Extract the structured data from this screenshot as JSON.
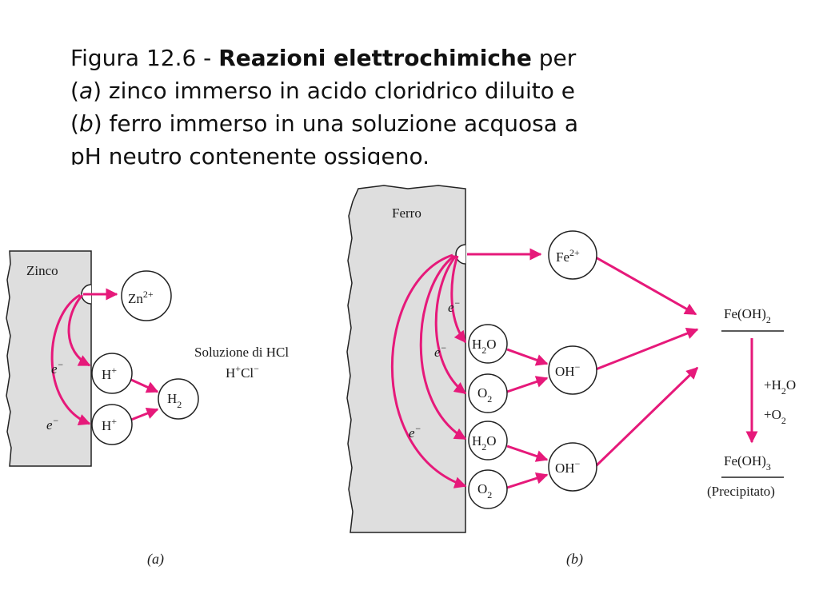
{
  "caption": {
    "prefix": "Figura 12.6 - ",
    "bold": "Reazioni elettrochimiche",
    "after_bold": " per",
    "line2_a": "a",
    "line2_rest": ") zinco immerso in acido cloridrico diluito e",
    "line3_b": "b",
    "line3_rest": ") ferro immerso in una soluzione acquosa a",
    "line4": "pH neutro contenente ossigeno."
  },
  "panel_a": {
    "metal_label": "Zinco",
    "ion_zn": "Zn",
    "ion_zn_charge": "2+",
    "electron_1": "e",
    "electron_2": "e",
    "electron_charge": "−",
    "proton_1": "H",
    "proton_2": "H",
    "proton_charge": "+",
    "hydrogen": "H",
    "hydrogen_sub": "2",
    "solution_line1": "Soluzione di HCl",
    "solution_h": "H",
    "solution_h_charge": "+",
    "solution_cl": "Cl",
    "solution_cl_charge": "−",
    "panel_label": "(a)"
  },
  "panel_b": {
    "metal_label": "Ferro",
    "ion_fe": "Fe",
    "ion_fe_charge": "2+",
    "electron_1": "e",
    "electron_2": "e",
    "electron_3": "e",
    "electron_charge": "−",
    "water_1": "H",
    "water_1_sub": "2",
    "water_1_o": "O",
    "oxygen_1": "O",
    "oxygen_1_sub": "2",
    "water_2": "H",
    "water_2_sub": "2",
    "water_2_o": "O",
    "oxygen_2": "O",
    "oxygen_2_sub": "2",
    "hydroxide_1": "OH",
    "hydroxide_1_charge": "−",
    "hydroxide_2": "OH",
    "hydroxide_2_charge": "−",
    "product_1": "Fe(OH)",
    "product_1_sub": "2",
    "reagent_water": "+H",
    "reagent_water_sub": "2",
    "reagent_water_o": "O",
    "reagent_oxygen": "+O",
    "reagent_oxygen_sub": "2",
    "product_2": "Fe(OH)",
    "product_2_sub": "3",
    "precipitate_label": "(Precipitato)",
    "panel_label": "(b)"
  },
  "colors": {
    "arrow": "#e6197a",
    "metal_fill": "#dedede",
    "outline": "#222222"
  }
}
